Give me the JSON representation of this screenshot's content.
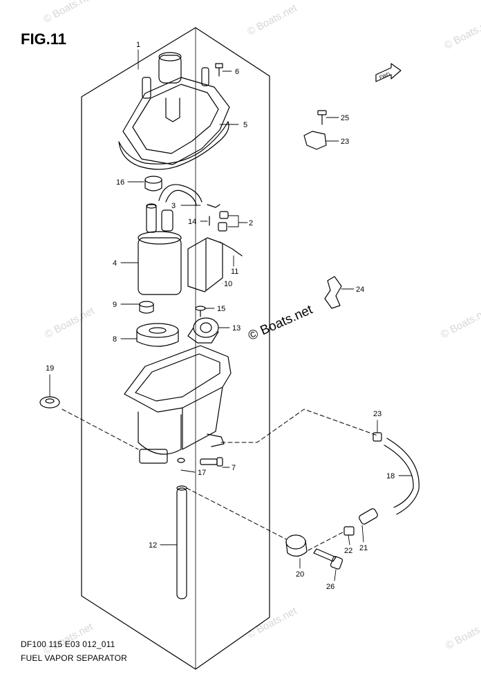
{
  "figure": {
    "title": "FIG.11",
    "footer_code": "DF100 115 E03 012_011",
    "footer_name": "FUEL VAPOR SEPARATOR"
  },
  "watermark": {
    "text": "© Boats.net"
  },
  "fwd_label": "FWD",
  "callouts": [
    {
      "id": "1",
      "label": "1"
    },
    {
      "id": "2",
      "label": "2"
    },
    {
      "id": "3",
      "label": "3"
    },
    {
      "id": "4",
      "label": "4"
    },
    {
      "id": "5",
      "label": "5"
    },
    {
      "id": "6",
      "label": "6"
    },
    {
      "id": "7",
      "label": "7"
    },
    {
      "id": "8",
      "label": "8"
    },
    {
      "id": "9",
      "label": "9"
    },
    {
      "id": "10",
      "label": "10"
    },
    {
      "id": "11",
      "label": "11"
    },
    {
      "id": "12",
      "label": "12"
    },
    {
      "id": "13",
      "label": "13"
    },
    {
      "id": "14",
      "label": "14"
    },
    {
      "id": "15",
      "label": "15"
    },
    {
      "id": "16",
      "label": "16"
    },
    {
      "id": "17",
      "label": "17"
    },
    {
      "id": "18",
      "label": "18"
    },
    {
      "id": "19",
      "label": "19"
    },
    {
      "id": "20",
      "label": "20"
    },
    {
      "id": "21",
      "label": "21"
    },
    {
      "id": "22",
      "label": "22"
    },
    {
      "id": "23a",
      "label": "23"
    },
    {
      "id": "23b",
      "label": "23"
    },
    {
      "id": "24",
      "label": "24"
    },
    {
      "id": "25",
      "label": "25"
    },
    {
      "id": "26",
      "label": "26"
    }
  ]
}
